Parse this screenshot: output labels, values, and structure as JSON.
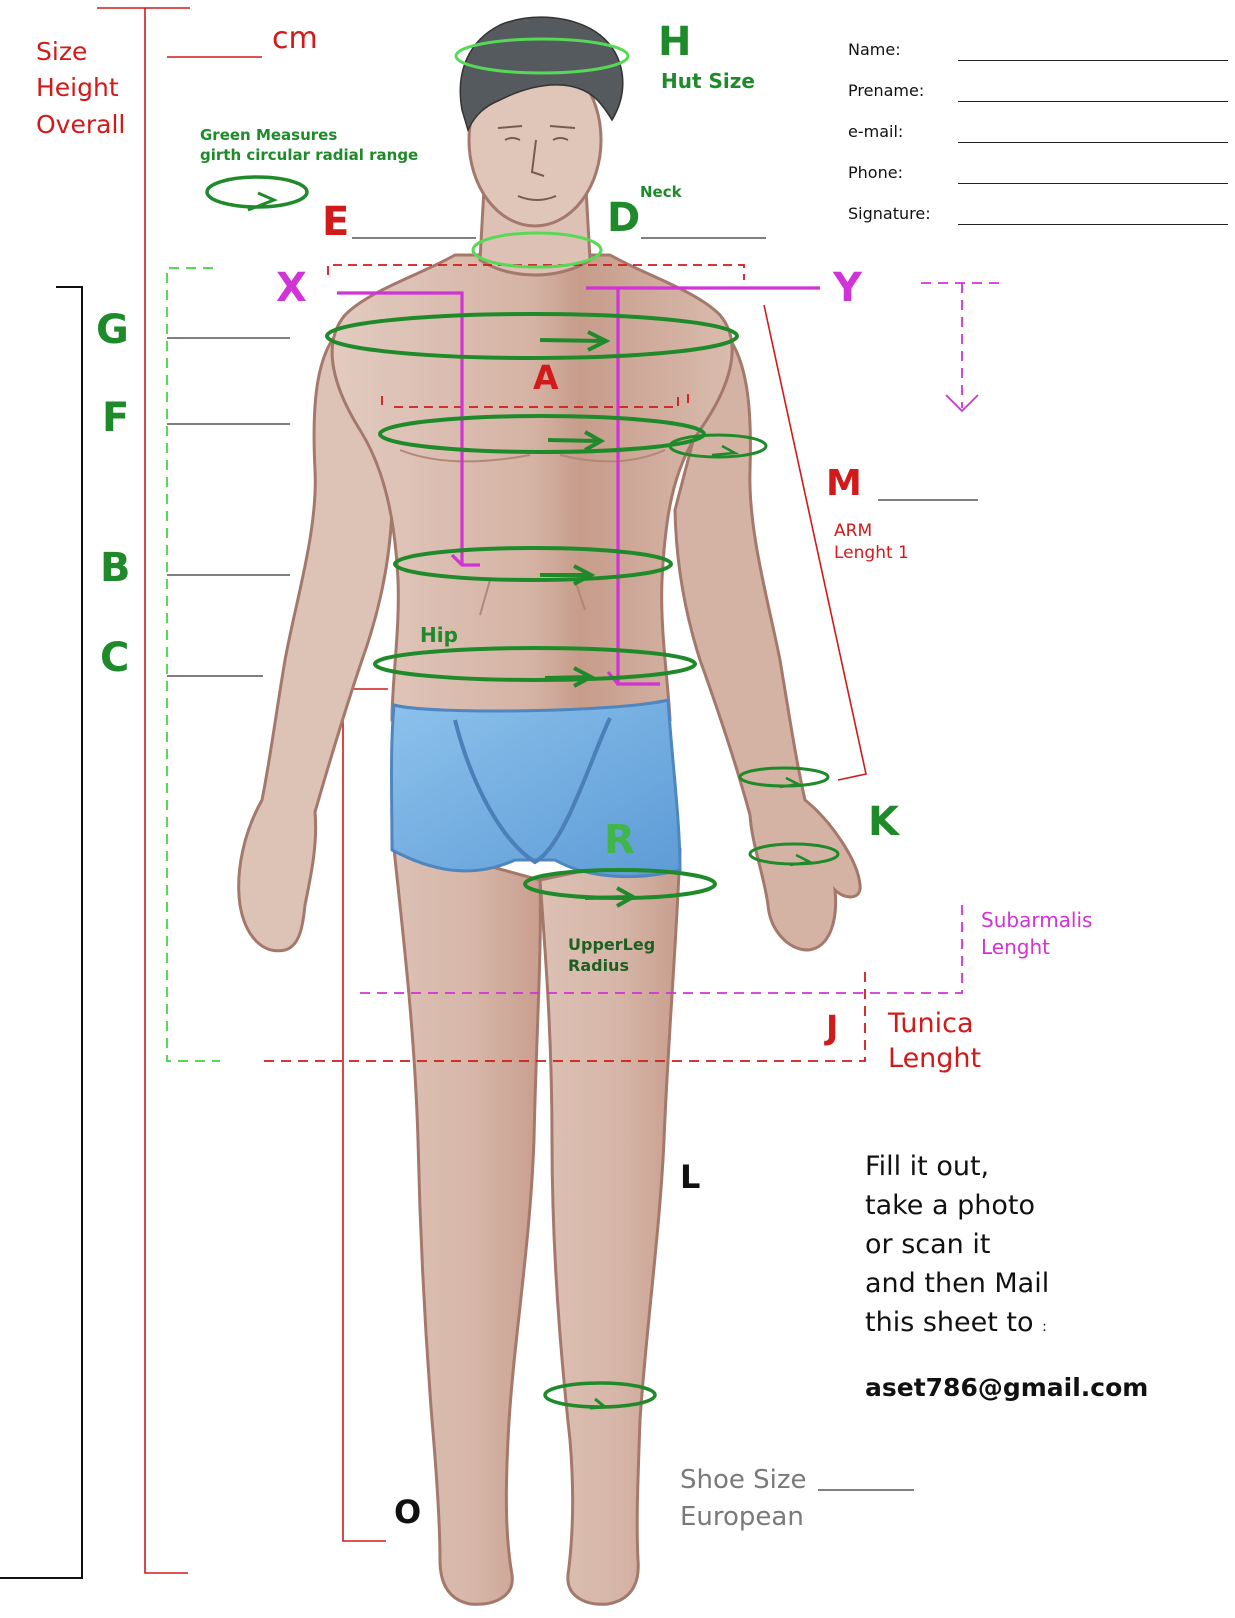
{
  "colors": {
    "red": "#d11a1a",
    "green": "#1f8a2a",
    "magenta": "#d033d6",
    "skin": "#e0c5b8",
    "shorts": "#7fb8e6"
  },
  "height_box": {
    "lines": [
      "Size",
      "Height",
      "Overall"
    ],
    "unit": "cm"
  },
  "green_legend": {
    "line1": "Green Measures",
    "line2": "girth circular radial range"
  },
  "form": {
    "fields": [
      {
        "label": "Name:"
      },
      {
        "label": "Prename:"
      },
      {
        "label": "e-mail:"
      },
      {
        "label": "Phone:"
      },
      {
        "label": "Signature:"
      }
    ]
  },
  "markers": {
    "H": "H",
    "hut_size": "Hut Size",
    "D": "D",
    "neck": "Neck",
    "E": "E",
    "X": "X",
    "Y": "Y",
    "G": "G",
    "F": "F",
    "A": "A",
    "B": "B",
    "C": "C",
    "hip": "Hip",
    "M": "M",
    "arm_line1": "ARM",
    "arm_line2": "Lenght 1",
    "K": "K",
    "R": "R",
    "upperleg_line1": "UpperLeg",
    "upperleg_line2": "Radius",
    "subarmalis_line1": "Subarmalis",
    "subarmalis_line2": "Lenght",
    "J": "J",
    "tunica_line1": "Tunica",
    "tunica_line2": "Lenght",
    "L": "L",
    "O": "O"
  },
  "instructions": {
    "lines": [
      "Fill it out,",
      "take a photo",
      "or scan it",
      "and then Mail",
      "this sheet to"
    ],
    "colon": ":",
    "email": "aset786@gmail.com"
  },
  "shoe": {
    "line1": "Shoe Size",
    "line2": "European"
  }
}
